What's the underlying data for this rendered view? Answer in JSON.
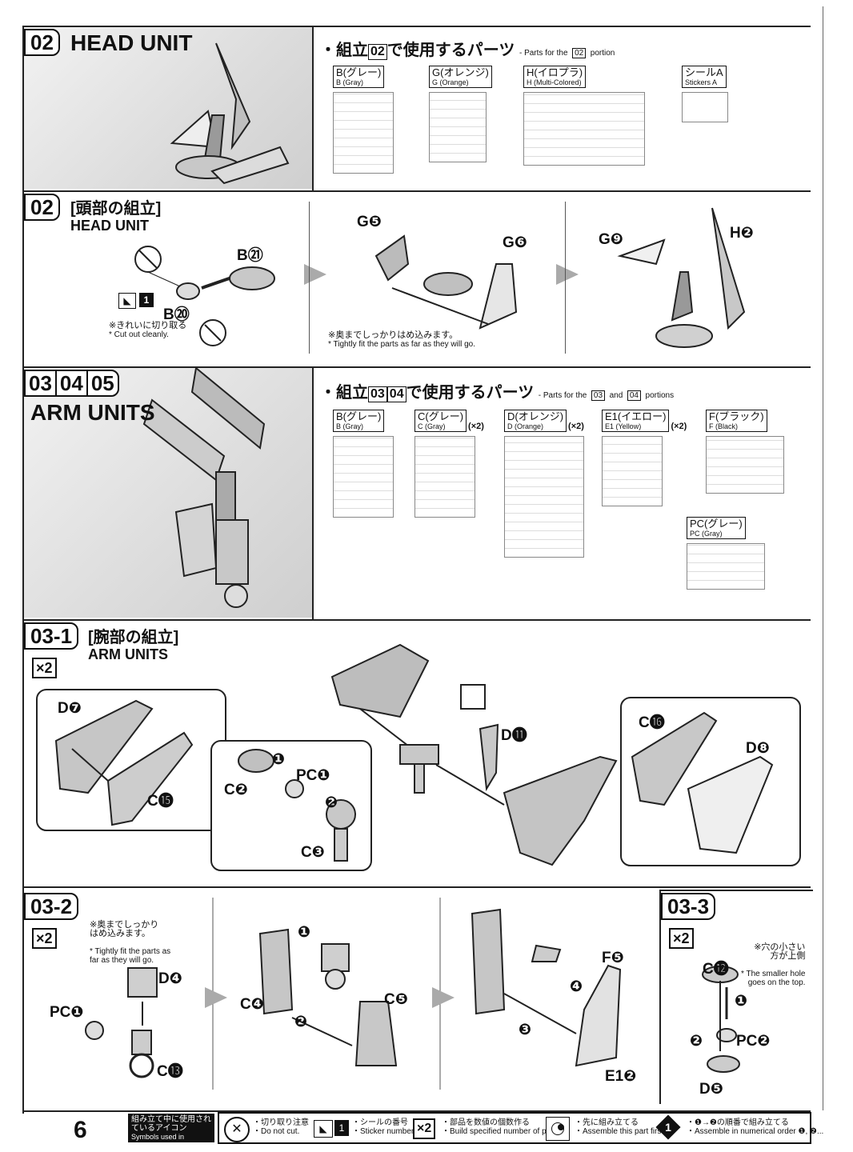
{
  "page_number": "6",
  "sections": {
    "head_banner": {
      "step": "02",
      "title": "HEAD UNIT"
    },
    "head_parts": {
      "prefix": "・組立",
      "step": "02",
      "suffix": "で使用するパーツ",
      "en": "- Parts for the",
      "en_step": "02",
      "en_suffix": "portion",
      "runners": [
        {
          "jp": "B(グレー)",
          "en": "B (Gray)",
          "mult": ""
        },
        {
          "jp": "G(オレンジ)",
          "en": "G (Orange)",
          "mult": ""
        },
        {
          "jp": "H(イロプラ)",
          "en": "H (Multi-Colored)",
          "mult": ""
        },
        {
          "jp": "シールA",
          "en": "Stickers A",
          "mult": ""
        }
      ]
    },
    "head_assembly": {
      "step": "02",
      "title_jp": "[頭部の組立]",
      "title_en": "HEAD UNIT",
      "parts": [
        "B㉑",
        "B⑳",
        "G❺",
        "G❻",
        "G❾",
        "H❷"
      ],
      "sticker_num": "1",
      "note1_jp": "※きれいに切り取る",
      "note1_en": "* Cut out cleanly.",
      "note2_jp": "※奥までしっかりはめ込みます。",
      "note2_en": "* Tightly fit the parts as far as they will go."
    },
    "arm_banner": {
      "steps": [
        "03",
        "04",
        "05"
      ],
      "title": "ARM UNITS"
    },
    "arm_parts": {
      "prefix": "・組立",
      "steps": [
        "03",
        "04"
      ],
      "suffix": "で使用するパーツ",
      "en": "- Parts for the",
      "en_and": "and",
      "en_suffix": "portions",
      "runners": [
        {
          "jp": "B(グレー)",
          "en": "B (Gray)",
          "mult": ""
        },
        {
          "jp": "C(グレー)",
          "en": "C (Gray)",
          "mult": "(×2)"
        },
        {
          "jp": "D(オレンジ)",
          "en": "D (Orange)",
          "mult": "(×2)"
        },
        {
          "jp": "E1(イエロー)",
          "en": "E1 (Yellow)",
          "mult": "(×2)"
        },
        {
          "jp": "F(ブラック)",
          "en": "F (Black)",
          "mult": ""
        },
        {
          "jp": "PC(グレー)",
          "en": "PC (Gray)",
          "mult": ""
        }
      ]
    },
    "step_03_1": {
      "step": "03-1",
      "title_jp": "[腕部の組立]",
      "title_en": "ARM UNITS",
      "x2": "×2",
      "parts": [
        "D❼",
        "C⓯",
        "C❷",
        "PC❶",
        "C❸",
        "D⓫",
        "C⓰",
        "D❽"
      ],
      "order": [
        "❶",
        "❷"
      ]
    },
    "step_03_2": {
      "step": "03-2",
      "x2": "×2",
      "note_jp": "※奥までしっかり\nはめ込みます。",
      "note_en": "* Tightly fit the parts as\nfar as they will go.",
      "parts": [
        "D❹",
        "PC❶",
        "C⓭",
        "C❹",
        "C❺",
        "F❺",
        "E1❷"
      ],
      "order": [
        "❶",
        "❷",
        "❸",
        "❹"
      ]
    },
    "step_03_3": {
      "step": "03-3",
      "x2": "×2",
      "note_jp": "※穴の小さい\n方が上側",
      "note_en": "* The smaller hole\ngoes on the top.",
      "parts": [
        "C⓬",
        "PC❷",
        "D❺"
      ],
      "order": [
        "❶",
        "❷"
      ]
    }
  },
  "footer": {
    "icons_jp": "組み立て中に使用されているアイコン",
    "icons_en": "Symbols used in instructions",
    "items": [
      {
        "icon": "do-not-cut-icon",
        "jp": "・切り取り注意",
        "en": "・Do not cut."
      },
      {
        "icon": "sticker-number-icon",
        "jp": "・シールの番号",
        "en": "・Sticker number"
      },
      {
        "icon": "multiply-icon",
        "jp": "・部品を数値の個数作る",
        "en": "・Build specified number of parts."
      },
      {
        "icon": "assemble-first-icon",
        "jp": "・先に組み立てる",
        "en": "・Assemble this part first."
      },
      {
        "icon": "numerical-order-icon",
        "jp": "・❶→❷の順番で組み立てる",
        "en": "・Assemble in numerical order ❶, ❷..."
      }
    ]
  },
  "colors": {
    "ink": "#111111",
    "banner_gray": "#d6d6d6",
    "part_fill": "#c9c9c9",
    "arrow_gray": "#aaaaaa"
  }
}
